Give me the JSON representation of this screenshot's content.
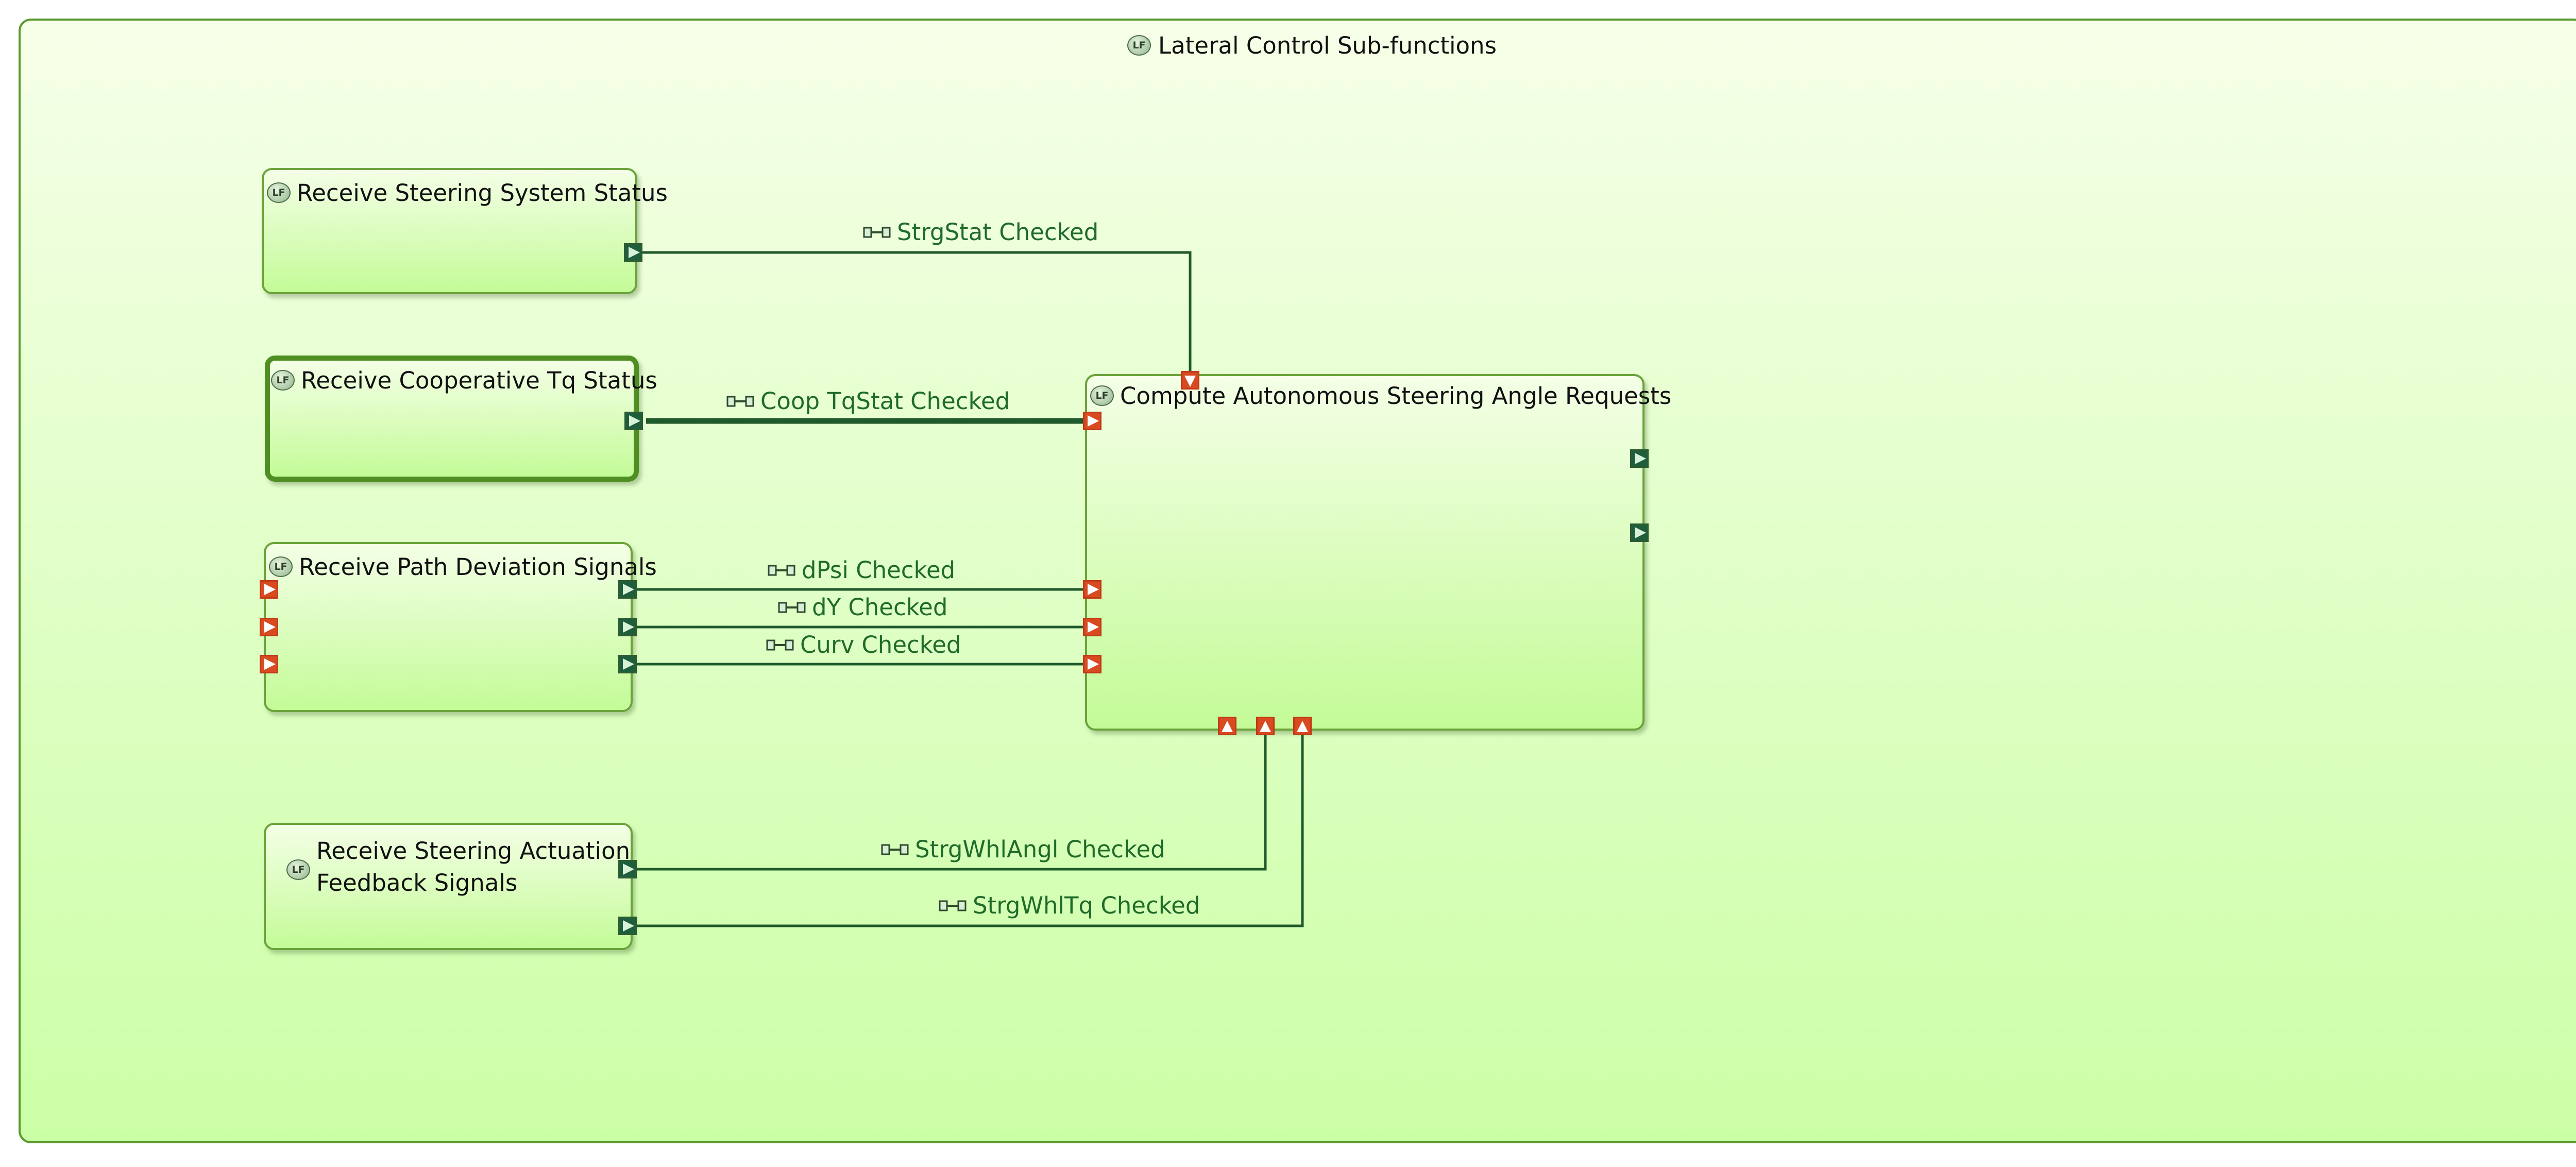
{
  "diagram": {
    "container_title": "Lateral Control Sub-functions",
    "icon_text": "LF",
    "functions": {
      "receive_steering_status": "Receive Steering System Status",
      "receive_coop_tq_status": "Receive Cooperative Tq Status",
      "receive_path_deviation": "Receive Path Deviation Signals",
      "receive_actuation_feedback_line1": "Receive Steering Actuation",
      "receive_actuation_feedback_line2": "Feedback Signals",
      "compute_steering_angle": "Compute Autonomous Steering Angle Requests"
    },
    "exchanges": {
      "strgstat": "StrgStat Checked",
      "cooptqstat": "Coop TqStat Checked",
      "dpsi": "dPsi Checked",
      "dy": "dY Checked",
      "curv": "Curv Checked",
      "strgwhlangl": "StrgWhlAngl Checked",
      "strgwhltq": "StrgWhlTq Checked"
    },
    "colors": {
      "container_border": "#5a9a2e",
      "exchange_line": "#1f5a2c",
      "output_port": "#1e5e3c",
      "input_port": "#d84a1f",
      "label_text": "#1f6b2a"
    }
  }
}
